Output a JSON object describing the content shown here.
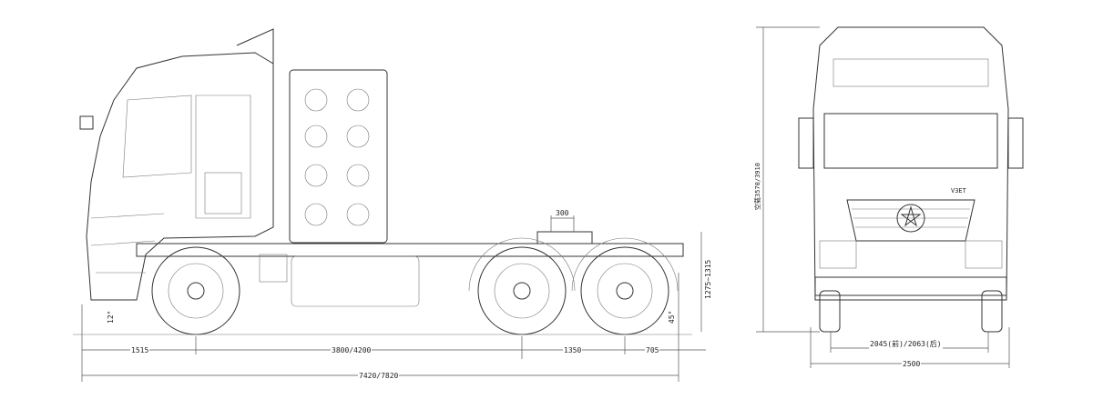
{
  "side_view": {
    "dimensions": {
      "front_overhang": "1515",
      "wheelbase": "3800/4200",
      "axle_spacing": "1350",
      "rear_overhang": "705",
      "overall_length": "7420/7820",
      "fifth_wheel_offset": "300",
      "fifth_wheel_height": "1275~1315",
      "approach_angle": "12°",
      "departure_angle": "45°"
    }
  },
  "front_view": {
    "dimensions": {
      "track": "2045(前)/2063(后)",
      "overall_width": "2500",
      "overall_height": "空载3570/3910"
    },
    "badge_text": "V3ET"
  }
}
